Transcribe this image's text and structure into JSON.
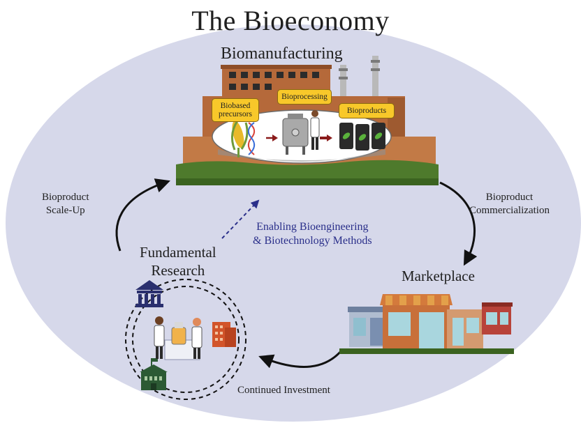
{
  "title": "The Bioeconomy",
  "nodes": {
    "biomanufacturing": "Biomanufacturing",
    "fundamental_research": [
      "Fundamental",
      "Research"
    ],
    "marketplace": "Marketplace"
  },
  "steps": {
    "biobased_precursors": [
      "Biobased",
      "precursors"
    ],
    "bioprocessing": "Bioprocessing",
    "bioproducts": "Bioproducts"
  },
  "edges": {
    "scale_up": [
      "Bioproduct",
      "Scale-Up"
    ],
    "commercialization": [
      "Bioproduct",
      "Commercialization"
    ],
    "continued_investment": "Continued Investment",
    "enabling": [
      "Enabling Bioengineering",
      "& Biotechnology Methods"
    ]
  },
  "colors": {
    "background_ellipse": "#d6d8ea",
    "brick": "#b5693a",
    "ground": "#4e7a2c",
    "label_tag": "#f8c82a",
    "dashed_arrow": "#2a2f8a",
    "navy_icon": "#2a2f6e",
    "green_icon": "#2c5a34",
    "orange_icon": "#d2542a"
  },
  "icons": [
    "corn-icon",
    "dna-icon",
    "bioreactor-icon",
    "scientist-icon",
    "barrel-icon",
    "leaf-icon",
    "smokestack-icon",
    "university-icon",
    "government-building-icon",
    "office-building-icon",
    "lab-scientists-icon",
    "storefront-icon"
  ]
}
